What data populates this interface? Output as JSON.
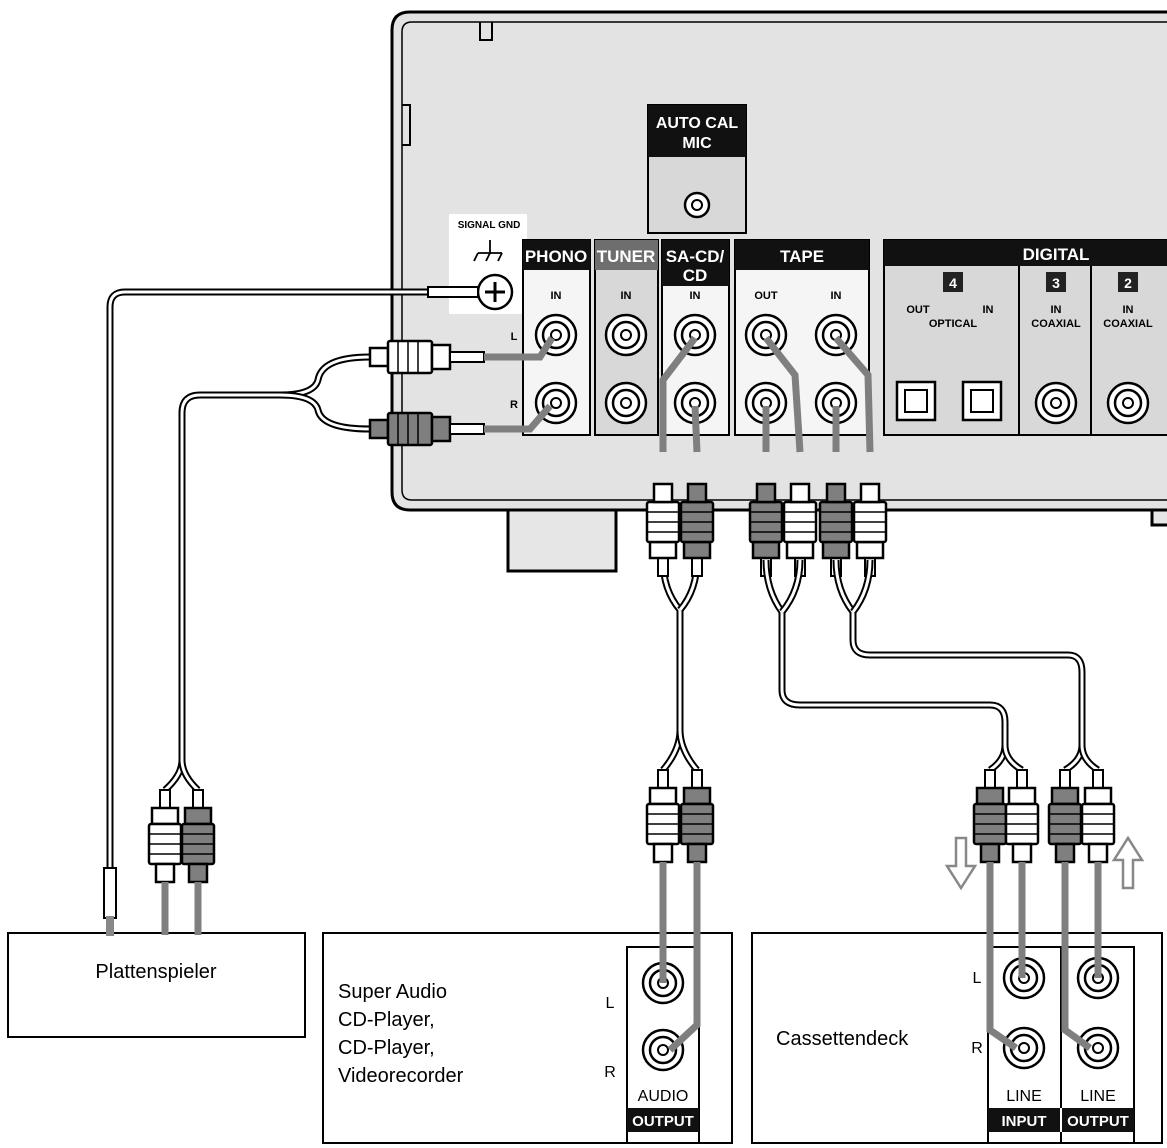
{
  "receiver": {
    "auto_cal_line1": "AUTO CAL",
    "auto_cal_line2": "MIC",
    "signal_gnd": "SIGNAL GND",
    "phono": {
      "title": "PHONO",
      "in": "IN",
      "l": "L",
      "r": "R"
    },
    "tuner": {
      "title": "TUNER",
      "in": "IN"
    },
    "sacd": {
      "title_line1": "SA-CD/",
      "title_line2": "CD",
      "in": "IN"
    },
    "tape": {
      "title": "TAPE",
      "out": "OUT",
      "in": "IN"
    },
    "digital": {
      "title": "DIGITAL",
      "num4": "4",
      "out": "OUT",
      "in": "IN",
      "optical": "OPTICAL",
      "num3": "3",
      "in3": "IN",
      "coaxial3": "COAXIAL",
      "num2": "2",
      "in2": "IN",
      "coaxial2": "COAXIAL"
    }
  },
  "devices": {
    "turntable": {
      "label": "Plattenspieler"
    },
    "cd_player": {
      "line1": "Super Audio",
      "line2": "CD-Player,",
      "line3": "CD-Player,",
      "line4": "Videorecorder",
      "l": "L",
      "r": "R",
      "audio": "AUDIO",
      "output": "OUTPUT"
    },
    "cassette": {
      "label": "Cassettendeck",
      "l": "L",
      "r": "R",
      "line_in": "LINE",
      "line_out": "LINE",
      "input": "INPUT",
      "output": "OUTPUT"
    }
  }
}
